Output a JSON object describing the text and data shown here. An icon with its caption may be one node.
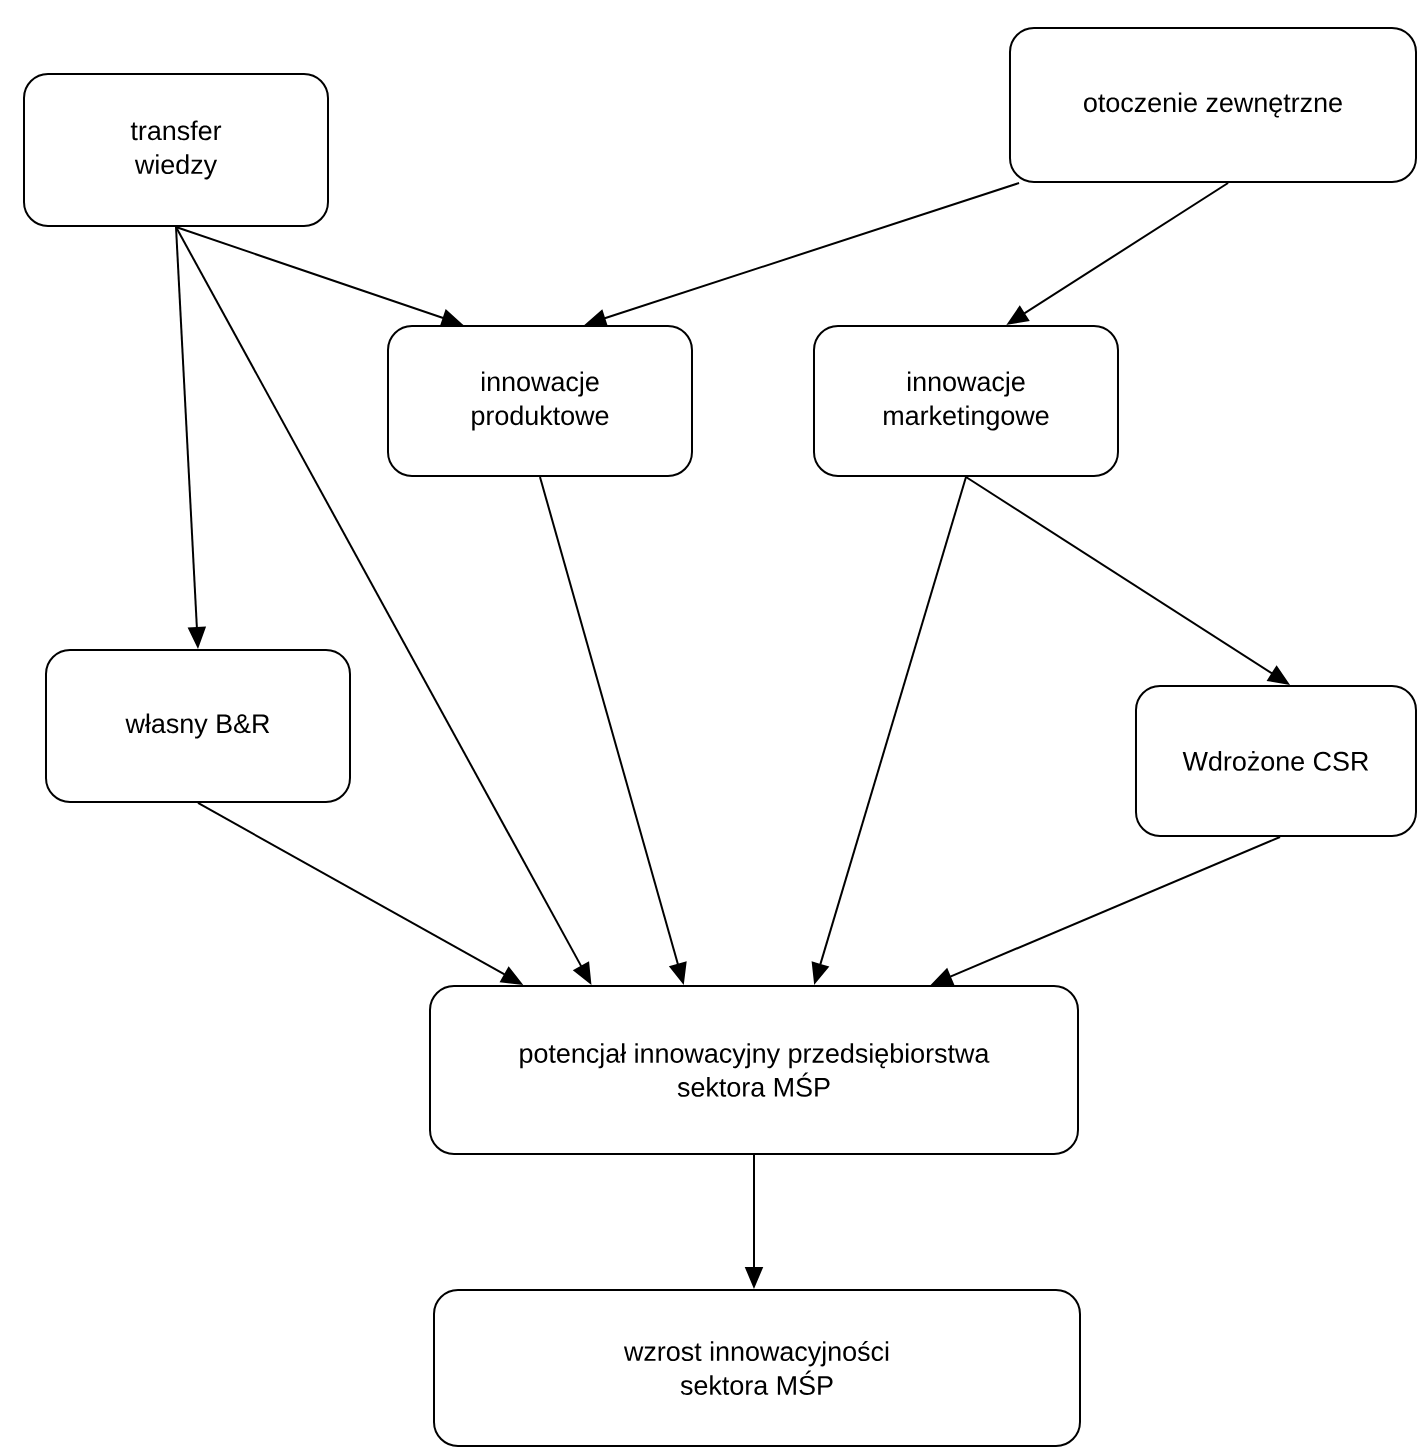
{
  "diagram": {
    "nodes": [
      {
        "text": [
          "transfer wiedzy"
        ]
      },
      {
        "text": [
          "otoczenie zewnętrzne"
        ]
      },
      {
        "text": [
          "innowacje produktowe"
        ]
      },
      {
        "text": [
          "innowacje marketingowe"
        ]
      },
      {
        "text": [
          "własny B&R"
        ]
      },
      {
        "text": [
          "Wdrożone CSR"
        ]
      },
      {
        "text": [
          "potencjał innowacyjny przedsiębiorstwa sektora MŚP"
        ]
      },
      {
        "text": [
          "wzrost innowacyjności sektora MŚP"
        ]
      }
    ],
    "edges": [
      {
        "from": 0,
        "to": 2,
        "arrow": "to"
      },
      {
        "from": 1,
        "to": 2,
        "arrow": "to"
      },
      {
        "from": 1,
        "to": 3,
        "arrow": "to"
      },
      {
        "from": 0,
        "to": 4,
        "arrow": "to"
      },
      {
        "from": 0,
        "to": 6,
        "arrow": "to"
      },
      {
        "from": 2,
        "to": 6,
        "arrow": "to"
      },
      {
        "from": 3,
        "to": 5,
        "arrow": "to"
      },
      {
        "from": 3,
        "to": 6,
        "arrow": "to"
      },
      {
        "from": 4,
        "to": 6,
        "arrow": "to"
      },
      {
        "from": 5,
        "to": 6,
        "arrow": "to"
      },
      {
        "from": 6,
        "to": 7,
        "arrow": "to"
      }
    ]
  }
}
